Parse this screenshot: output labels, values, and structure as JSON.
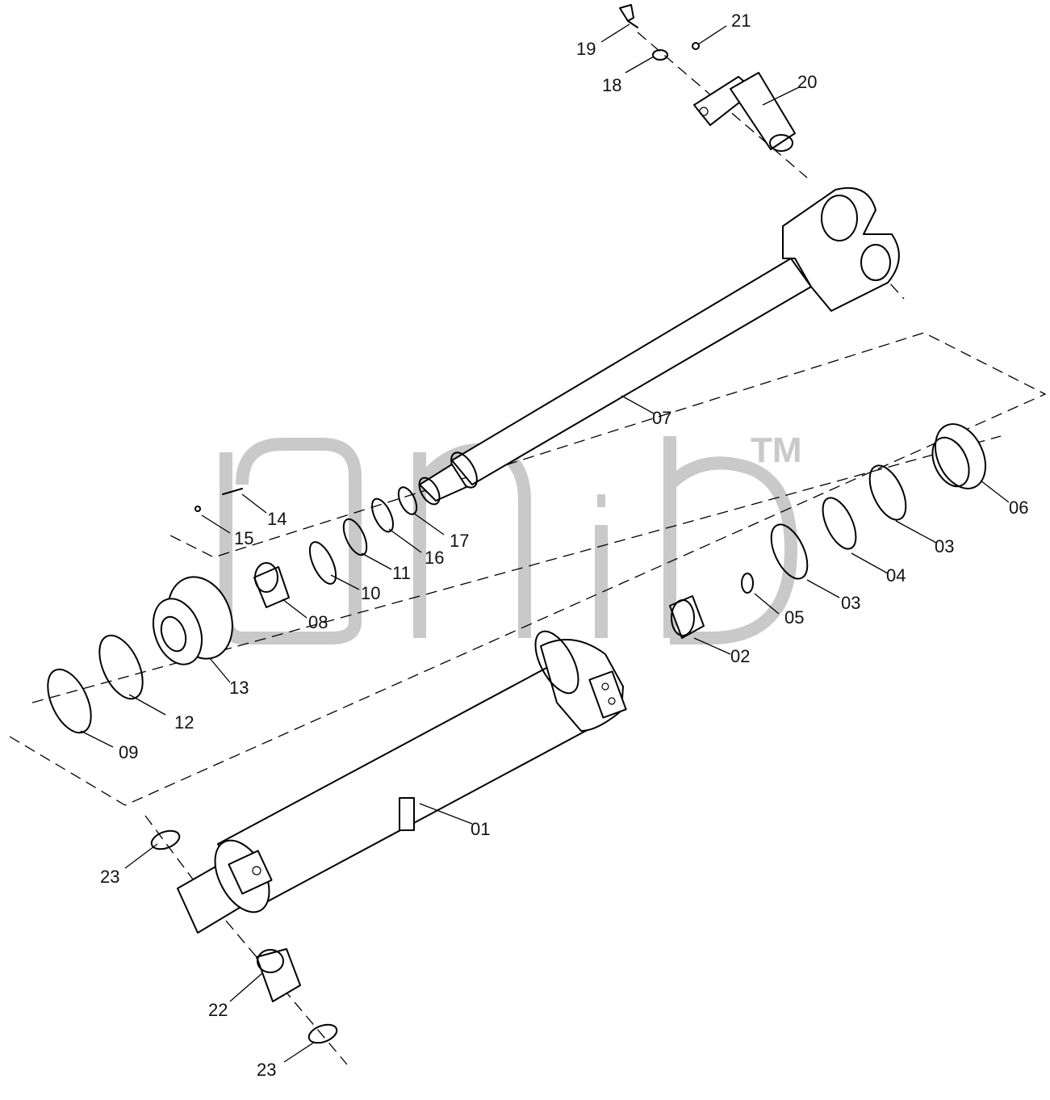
{
  "callouts": {
    "c01": "01",
    "c02": "02",
    "c03a": "03",
    "c03b": "03",
    "c04": "04",
    "c05": "05",
    "c06": "06",
    "c07": "07",
    "c08": "08",
    "c09": "09",
    "c10": "10",
    "c11": "11",
    "c12": "12",
    "c13": "13",
    "c14": "14",
    "c15": "15",
    "c16": "16",
    "c17": "17",
    "c18": "18",
    "c19": "19",
    "c20": "20",
    "c21": "21",
    "c22": "22",
    "c23a": "23",
    "c23b": "23"
  },
  "watermark": {
    "tm": "TM"
  },
  "colors": {
    "line": "#000000",
    "watermark": "#c9c9c9",
    "background": "#ffffff"
  }
}
